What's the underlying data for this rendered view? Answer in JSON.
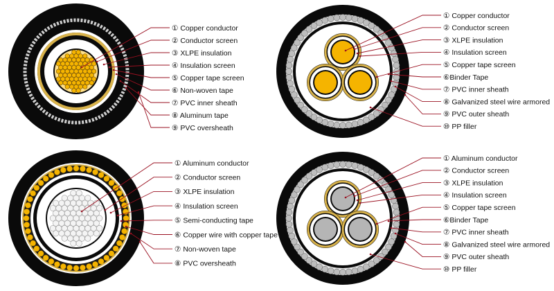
{
  "colors": {
    "jacket": "#0a0a0a",
    "copper": "#f5b400",
    "copper_light": "#ffe08a",
    "aluminum": "#b5b5b5",
    "aluminum_light": "#e6e6e6",
    "white": "#ffffff",
    "leader": "#9a1020",
    "tape_gold": "#d8b24a"
  },
  "panels": [
    {
      "id": "single-core-copper",
      "labels": [
        "① Copper conductor",
        "② Conductor screen",
        "③ XLPE insulation",
        "④ Insulation screen",
        "⑤ Copper tape screen",
        "⑥ Non-woven tape",
        "⑦ PVC inner sheath",
        "⑧ Aluminum tape",
        "⑨ PVC oversheath"
      ]
    },
    {
      "id": "three-core-copper",
      "labels": [
        "① Copper conductor",
        "② Conductor screen",
        "③ XLPE insulation",
        "④ Insulation screen",
        "⑤ Copper tape screen",
        "⑥Binder Tape",
        "⑦ PVC inner sheath",
        "⑧ Galvanized steel wire armored",
        "⑨ PVC outer sheath",
        "⑩ PP filler"
      ]
    },
    {
      "id": "single-core-aluminum",
      "labels": [
        "① Aluminum conductor",
        "② Conductor screen",
        "③ XLPE insulation",
        "④ Insulation screen",
        "⑤ Semi-conducting tape",
        "⑥ Copper wire with copper tape",
        "⑦ Non-woven tape",
        "⑧ PVC oversheath"
      ]
    },
    {
      "id": "three-core-aluminum",
      "labels": [
        "① Aluminum conductor",
        "② Conductor screen",
        "③ XLPE insulation",
        "④ Insulation screen",
        "⑤ Copper tape screen",
        "⑥Binder Tape",
        "⑦ PVC inner sheath",
        "⑧ Galvanized steel wire armored",
        "⑨ PVC outer sheath",
        "⑩ PP filler"
      ]
    }
  ]
}
